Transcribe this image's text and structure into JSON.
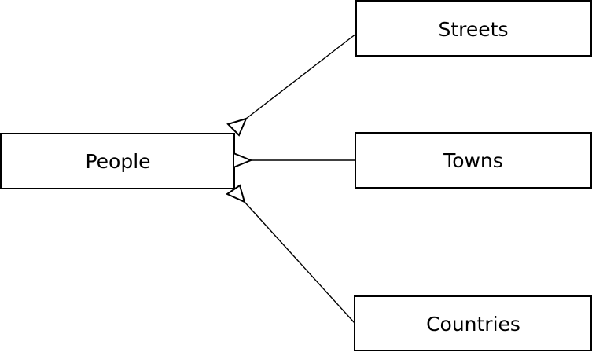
{
  "diagram": {
    "kind": "generalization-diagram",
    "colors": {
      "background": "#ffffff",
      "stroke": "#000000",
      "node_fill": "#ffffff",
      "text": "#000000"
    },
    "nodes": [
      {
        "id": "people",
        "label": "People"
      },
      {
        "id": "streets",
        "label": "Streets"
      },
      {
        "id": "towns",
        "label": "Towns"
      },
      {
        "id": "countries",
        "label": "Countries"
      }
    ],
    "edges": [
      {
        "from": "People",
        "to": "Streets",
        "marker": "open-triangle"
      },
      {
        "from": "People",
        "to": "Towns",
        "marker": "open-triangle"
      },
      {
        "from": "People",
        "to": "Countries",
        "marker": "open-triangle"
      }
    ]
  }
}
